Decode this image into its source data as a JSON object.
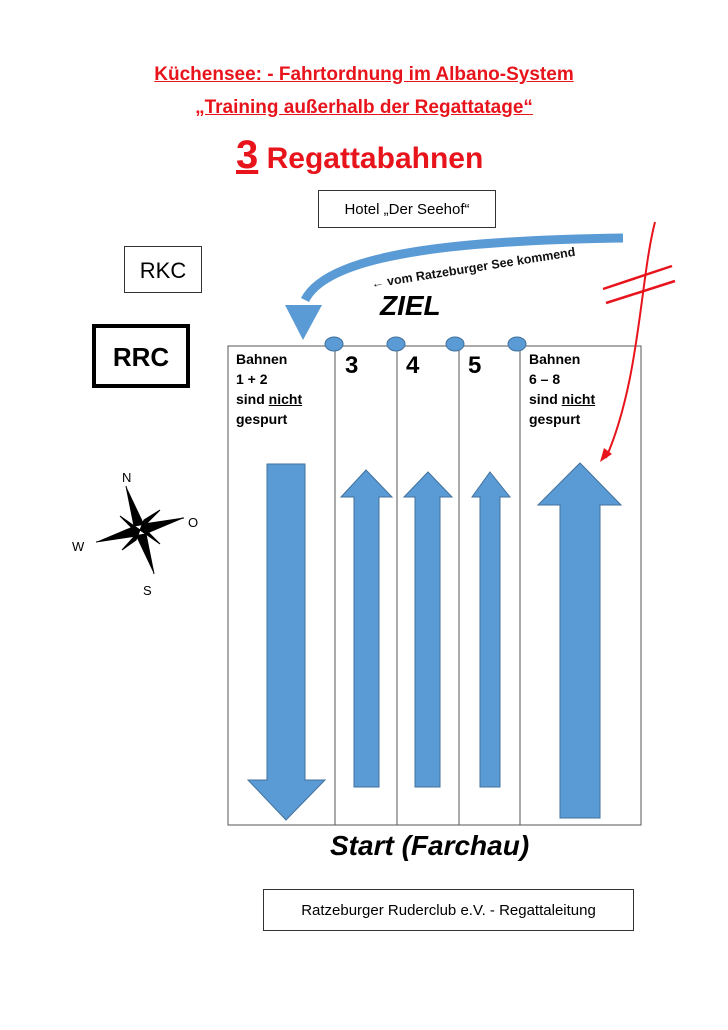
{
  "title_line1": "Küchensee: - Fahrtordnung im Albano-System",
  "title_line2": "„Training außerhalb der Regattatage“",
  "lanes_count": "3",
  "lanes_label": "Regattabahnen",
  "hotel_label": "Hotel „Der Seehof“",
  "rkc_label": "RKC",
  "rrc_label": "RRC",
  "approach_label": "← vom Ratzeburger See kommend",
  "finish_label": "ZIEL",
  "start_label": "Start (Farchau)",
  "footer_label": "Ratzeburger Ruderclub e.V. - Regattaleitung",
  "lanes_left": {
    "line1": "Bahnen",
    "line2": "1 + 2",
    "line3a": "sind ",
    "line3b": "nicht",
    "line4": "gespurt"
  },
  "lanes_right": {
    "line1": "Bahnen",
    "line2": "6 – 8",
    "line3a": "sind ",
    "line3b": "nicht",
    "line4": "gespurt"
  },
  "lane_numbers": [
    "3",
    "4",
    "5"
  ],
  "compass": {
    "n": "N",
    "o": "O",
    "s": "S",
    "w": "W"
  },
  "colors": {
    "red": "#e8141c",
    "blue": "#5b9bd5",
    "blue_stroke": "#41719c"
  }
}
